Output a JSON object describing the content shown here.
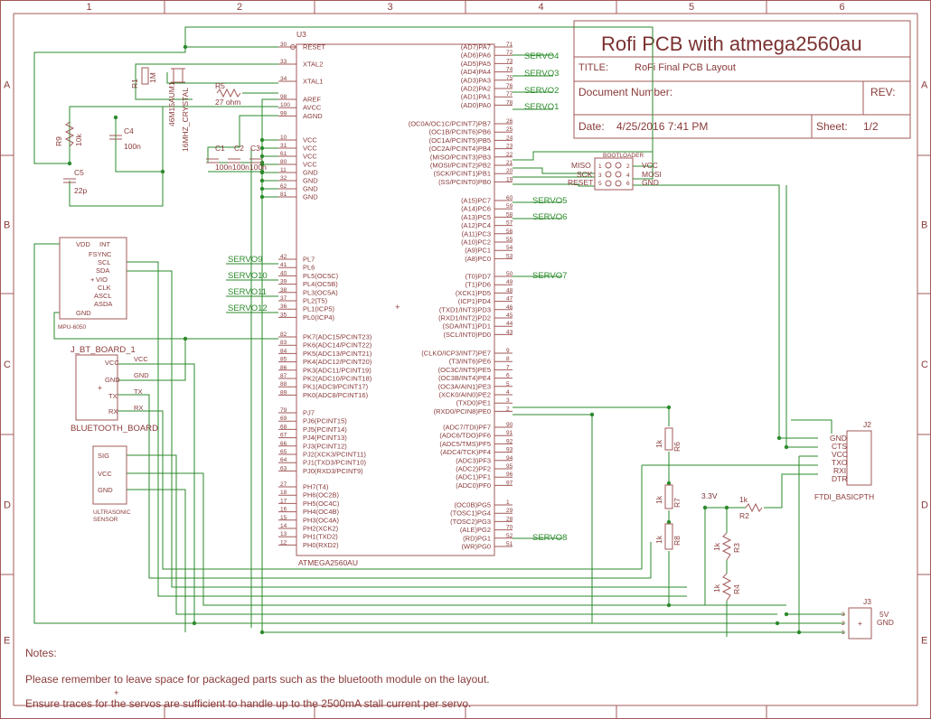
{
  "frame": {
    "columns": [
      "1",
      "2",
      "3",
      "4",
      "5",
      "6"
    ],
    "rows": [
      "A",
      "B",
      "C",
      "D",
      "E"
    ]
  },
  "title_block": {
    "title": "Rofi PCB with atmega2560au",
    "title_label": "TITLE:",
    "title_value": "RoFi Final PCB Layout",
    "doc_label": "Document Number:",
    "rev_label": "REV:",
    "date_label": "Date:",
    "date_value": "4/25/2016 7:41 PM",
    "sheet_label": "Sheet:",
    "sheet_value": "1/2"
  },
  "notes": {
    "heading": "Notes:",
    "line1": "Please remember to leave space for packaged parts such as the bluetooth module on the layout.",
    "line2": "Ensure traces for the servos are sufficient to handle up to the 2500mA stall current per servo."
  },
  "mcu": {
    "ref": "U3",
    "value": "ATMEGA2560AU",
    "left_top": [
      {
        "n": "30",
        "s": "RESET"
      },
      {
        "n": "33",
        "s": "XTAL2"
      },
      {
        "n": "34",
        "s": "XTAL1"
      },
      {
        "n": "98",
        "s": "AREF"
      },
      {
        "n": "100",
        "s": "AVCC"
      },
      {
        "n": "99",
        "s": "AGND"
      }
    ],
    "left_power": [
      {
        "n": "10",
        "s": "VCC"
      },
      {
        "n": "31",
        "s": "VCC"
      },
      {
        "n": "61",
        "s": "VCC"
      },
      {
        "n": "80",
        "s": "VCC"
      },
      {
        "n": "11",
        "s": "GND"
      },
      {
        "n": "32",
        "s": "GND"
      },
      {
        "n": "62",
        "s": "GND"
      },
      {
        "n": "81",
        "s": "GND"
      }
    ],
    "left_pl": [
      {
        "n": "42",
        "s": "PL7"
      },
      {
        "n": "41",
        "s": "PL6"
      },
      {
        "n": "40",
        "s": "PL5(OC5C)"
      },
      {
        "n": "39",
        "s": "PL4(OC5B)"
      },
      {
        "n": "38",
        "s": "PL3(OC5A)"
      },
      {
        "n": "37",
        "s": "PL2(T5)"
      },
      {
        "n": "36",
        "s": "PL1(ICP5)"
      },
      {
        "n": "35",
        "s": "PL0(ICP4)"
      }
    ],
    "left_pk": [
      {
        "n": "82",
        "s": "PK7(ADC15/PCINT23)"
      },
      {
        "n": "83",
        "s": "PK6(ADC14/PCINT22)"
      },
      {
        "n": "84",
        "s": "PK5(ADC13/PCINT21)"
      },
      {
        "n": "85",
        "s": "PK4(ADC12/PCINT20)"
      },
      {
        "n": "86",
        "s": "PK3(ADC11/PCINT19)"
      },
      {
        "n": "87",
        "s": "PK2(ADC10/PCINT18)"
      },
      {
        "n": "88",
        "s": "PK1(ADC9/PCINT17)"
      },
      {
        "n": "89",
        "s": "PK0(ADC8/PCINT16)"
      }
    ],
    "left_pj": [
      {
        "n": "79",
        "s": "PJ7"
      },
      {
        "n": "69",
        "s": "PJ6(PCINT15)"
      },
      {
        "n": "68",
        "s": "PJ5(PCINT14)"
      },
      {
        "n": "67",
        "s": "PJ4(PCINT13)"
      },
      {
        "n": "66",
        "s": "PJ3(PCINT12)"
      },
      {
        "n": "65",
        "s": "PJ2(XCK3/PCINT11)"
      },
      {
        "n": "64",
        "s": "PJ1(TXD3/PCINT10)"
      },
      {
        "n": "63",
        "s": "PJ0(RXD3/PCINT9)"
      }
    ],
    "left_ph": [
      {
        "n": "27",
        "s": "PH7(T4)"
      },
      {
        "n": "18",
        "s": "PH6(OC2B)"
      },
      {
        "n": "17",
        "s": "PH5(OC4C)"
      },
      {
        "n": "16",
        "s": "PH4(OC4B)"
      },
      {
        "n": "15",
        "s": "PH3(OC4A)"
      },
      {
        "n": "14",
        "s": "PH2(XCK2)"
      },
      {
        "n": "13",
        "s": "PH1(TXD2)"
      },
      {
        "n": "12",
        "s": "PH0(RXD2)"
      }
    ],
    "right_pa": [
      {
        "n": "71",
        "s": "(AD7)PA7"
      },
      {
        "n": "72",
        "s": "(AD6)PA6"
      },
      {
        "n": "73",
        "s": "(AD5)PA5"
      },
      {
        "n": "74",
        "s": "(AD4)PA4"
      },
      {
        "n": "75",
        "s": "(AD3)PA3"
      },
      {
        "n": "76",
        "s": "(AD2)PA2"
      },
      {
        "n": "77",
        "s": "(AD1)PA1"
      },
      {
        "n": "78",
        "s": "(AD0)PA0"
      }
    ],
    "right_pb": [
      {
        "n": "26",
        "s": "(OC0A/OC1C/PCINT7)PB7"
      },
      {
        "n": "25",
        "s": "(OC1B/PCINT6)PB6"
      },
      {
        "n": "24",
        "s": "(OC1A/PCINT5)PB5"
      },
      {
        "n": "23",
        "s": "(OC2A/PCINT4)PB4"
      },
      {
        "n": "22",
        "s": "(MISO/PCINT3)PB3"
      },
      {
        "n": "21",
        "s": "(MOSI/PCINT2)PB2"
      },
      {
        "n": "20",
        "s": "(SCK/PCINT1)PB1"
      },
      {
        "n": "19",
        "s": "(SS/PCINT0)PB0"
      }
    ],
    "right_pc": [
      {
        "n": "60",
        "s": "(A15)PC7"
      },
      {
        "n": "59",
        "s": "(A14)PC6"
      },
      {
        "n": "58",
        "s": "(A13)PC5"
      },
      {
        "n": "57",
        "s": "(A12)PC4"
      },
      {
        "n": "56",
        "s": "(A11)PC3"
      },
      {
        "n": "55",
        "s": "(A10)PC2"
      },
      {
        "n": "54",
        "s": "(A9)PC1"
      },
      {
        "n": "53",
        "s": "(A8)PC0"
      }
    ],
    "right_pd": [
      {
        "n": "50",
        "s": "(T0)PD7"
      },
      {
        "n": "49",
        "s": "(T1)PD6"
      },
      {
        "n": "48",
        "s": "(XCK1)PD5"
      },
      {
        "n": "47",
        "s": "(ICP1)PD4"
      },
      {
        "n": "46",
        "s": "(TXD1/INT3)PD3"
      },
      {
        "n": "45",
        "s": "(RXD1/INT2)PD2"
      },
      {
        "n": "44",
        "s": "(SDA/INT1)PD1"
      },
      {
        "n": "43",
        "s": "(SCL/INT0)PD0"
      }
    ],
    "right_pe": [
      {
        "n": "9",
        "s": "(CLKO/ICP3/INT7)PE7"
      },
      {
        "n": "8",
        "s": "(T3/INT6)PE6"
      },
      {
        "n": "7",
        "s": "(OC3C/INT5)PE5"
      },
      {
        "n": "6",
        "s": "(OC3B/INT4)PE4"
      },
      {
        "n": "5",
        "s": "(OC3A/AIN1)PE3"
      },
      {
        "n": "4",
        "s": "(XCK0/AIN0)PE2"
      },
      {
        "n": "3",
        "s": "(TXD0)PE1"
      },
      {
        "n": "2",
        "s": "(RXD0/PCIN8)PE0"
      }
    ],
    "right_pf": [
      {
        "n": "90",
        "s": "(ADC7/TDI)PF7"
      },
      {
        "n": "91",
        "s": "(ADC6/TDO)PF6"
      },
      {
        "n": "92",
        "s": "(ADC5/TMS)PF5"
      },
      {
        "n": "93",
        "s": "(ADC4/TCK)PF4"
      },
      {
        "n": "94",
        "s": "(ADC3)PF3"
      },
      {
        "n": "95",
        "s": "(ADC2)PF2"
      },
      {
        "n": "96",
        "s": "(ADC1)PF1"
      },
      {
        "n": "97",
        "s": "(ADC0)PF0"
      }
    ],
    "right_pg": [
      {
        "n": "1",
        "s": "(OC0B)PG5"
      },
      {
        "n": "29",
        "s": "(TOSC1)PG4"
      },
      {
        "n": "28",
        "s": "(TOSC2)PG3"
      },
      {
        "n": "70",
        "s": "(ALE)PG2"
      },
      {
        "n": "52",
        "s": "(RD)PG1"
      },
      {
        "n": "51",
        "s": "(WR)PG0"
      }
    ]
  },
  "servo_nets": {
    "s1": "SERVO1",
    "s2": "SERVO2",
    "s3": "SERVO3",
    "s4": "SERVO4",
    "s5": "SERVO5",
    "s6": "SERVO6",
    "s7": "SERVO7",
    "s8": "SERVO8",
    "s9": "SERVO9",
    "s10": "SERVO10",
    "s11": "SERVO11",
    "s12": "SERVO12"
  },
  "passives": {
    "r1": {
      "ref": "R1",
      "val": "1M"
    },
    "r5": {
      "ref": "R5",
      "val": "27 ohm"
    },
    "r9": {
      "ref": "R9",
      "val": "10k"
    },
    "c4": {
      "ref": "C4",
      "val": "100n"
    },
    "c5": {
      "ref": "C5",
      "val": "22p"
    },
    "c1": {
      "ref": "C1",
      "val": "100n"
    },
    "c2": {
      "ref": "C2",
      "val": "100n"
    },
    "c3": {
      "ref": "C3",
      "val": "100n"
    },
    "crystal": {
      "ref": "46M15AUM1",
      "val": "16MHZ_CRYSTAL"
    },
    "r6": {
      "ref": "R6",
      "val": "1k"
    },
    "r7": {
      "ref": "R7",
      "val": "1k"
    },
    "r8": {
      "ref": "R8",
      "val": "1k"
    },
    "r2": {
      "ref": "R2",
      "val": "1k"
    },
    "r3": {
      "ref": "R3",
      "val": "1k"
    },
    "r4": {
      "ref": "R4",
      "val": "1k"
    },
    "v33": "3.3V"
  },
  "mpu": {
    "pins_left": [
      "VDD",
      "FSYNC",
      "SCL",
      "SDA",
      "VIO",
      "CLK",
      "ASCL",
      "ASDA",
      "GND"
    ],
    "int_label": "INT",
    "name": "MPU-6050"
  },
  "bt": {
    "title": "J_BT_BOARD_1",
    "name": "BLUETOOTH_BOARD",
    "pins": [
      "VCC",
      "GND",
      "TX",
      "RX"
    ],
    "nets": [
      "VCC",
      "GND",
      "TX",
      "RX"
    ]
  },
  "ultra": {
    "pins": [
      "SIG",
      "VCC",
      "GND"
    ],
    "name1": "ULTRASONIC",
    "name2": "SENSOR"
  },
  "bootloader": {
    "title": "BOOTLOADER",
    "left": [
      "MISO",
      "SCK",
      "RESET"
    ],
    "right": [
      "VCC",
      "MOSI",
      "GND"
    ],
    "nums_left": [
      "1",
      "3",
      "5"
    ],
    "nums_right": [
      "2",
      "4",
      "6"
    ]
  },
  "j2": {
    "ref": "J2",
    "name": "FTDI_BASICPTH",
    "pins": [
      "GND",
      "CTS",
      "VCC",
      "TXO",
      "RXI",
      "DTR"
    ]
  },
  "j3": {
    "ref": "J3",
    "pins": [
      "5V",
      "GND"
    ],
    "nums": [
      "3",
      "2",
      "1"
    ]
  }
}
